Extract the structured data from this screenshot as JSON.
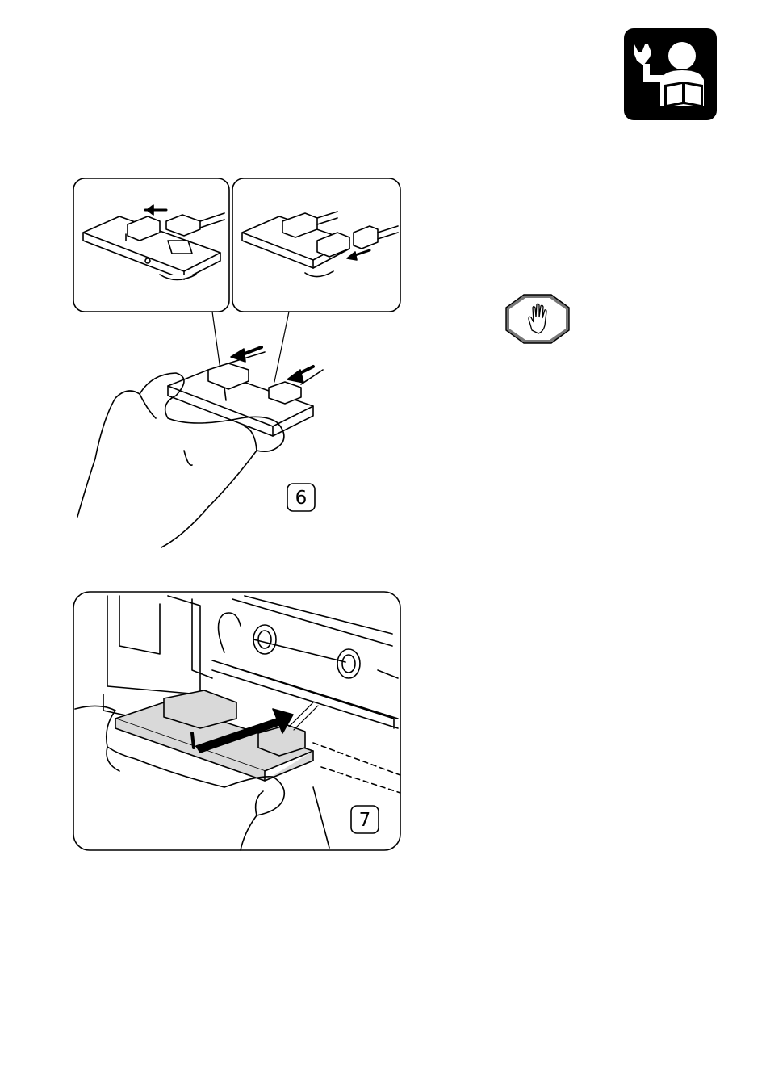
{
  "header": {
    "icon": "service-manual-icon"
  },
  "figures": [
    {
      "number": "6",
      "description_icon": "thermal-head-connector-illustration"
    },
    {
      "number": "7",
      "description_icon": "thermal-head-install-illustration"
    }
  ],
  "caution": {
    "icon": "stop-hand-icon"
  },
  "colors": {
    "ink": "#000000",
    "shade": "#d9d9d9",
    "paper": "#ffffff",
    "stop_grey": "#777777"
  }
}
